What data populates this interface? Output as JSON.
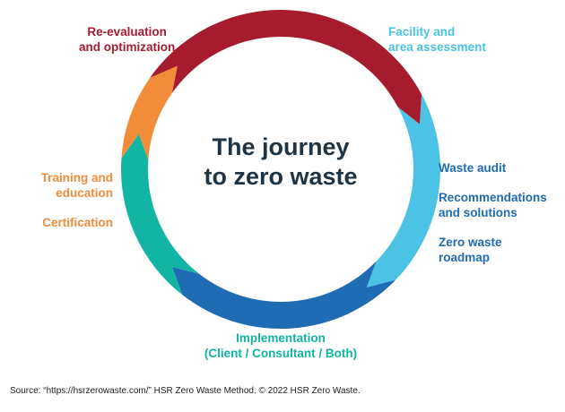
{
  "center": {
    "title": "The journey\nto zero waste",
    "color": "#1e3344"
  },
  "segments": [
    {
      "key": "reevaluation",
      "color": "#a61c2e",
      "labels": [
        "Re-evaluation\nand optimization"
      ]
    },
    {
      "key": "assessment",
      "color": "#4cc3e4",
      "labels": [
        "Facility and\narea assessment"
      ]
    },
    {
      "key": "audit",
      "color": "#1f6bb4",
      "labels": [
        "Waste audit",
        "Recommendations\nand solutions",
        "Zero waste\nroadmap"
      ]
    },
    {
      "key": "implementation",
      "color": "#12b5a4",
      "labels": [
        "Implementation\n(Client / Consultant / Both)"
      ]
    },
    {
      "key": "training",
      "color": "#f28c38",
      "labels": [
        "Training and\neducation",
        "Certification"
      ]
    }
  ],
  "footer": {
    "source": "Source: “https://hsrzerowaste.com/” HSR Zero Waste Method. © 2022 HSR Zero Waste."
  }
}
